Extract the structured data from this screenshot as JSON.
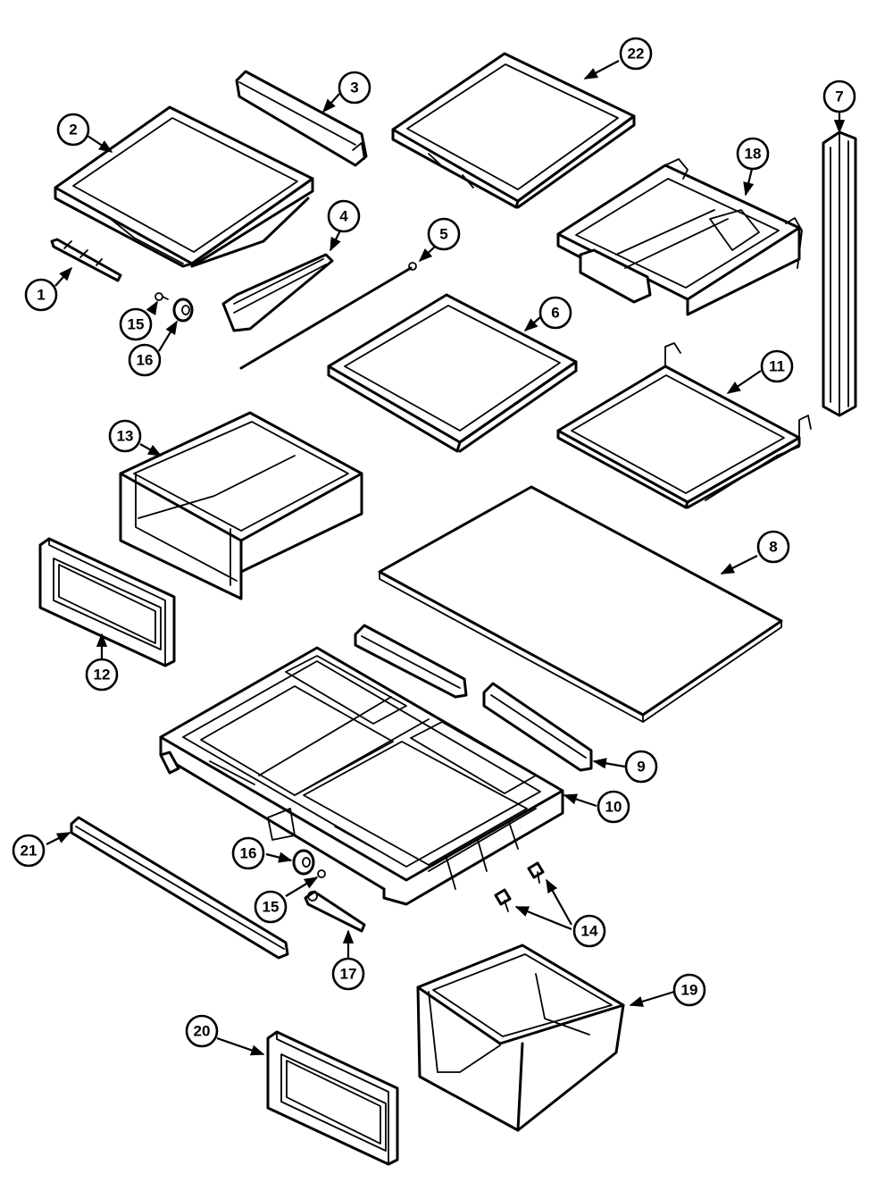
{
  "diagram": {
    "callouts": [
      {
        "id": "c1",
        "label": "1"
      },
      {
        "id": "c2",
        "label": "2"
      },
      {
        "id": "c3",
        "label": "3"
      },
      {
        "id": "c4",
        "label": "4"
      },
      {
        "id": "c5",
        "label": "5"
      },
      {
        "id": "c6",
        "label": "6"
      },
      {
        "id": "c7",
        "label": "7"
      },
      {
        "id": "c8",
        "label": "8"
      },
      {
        "id": "c9",
        "label": "9"
      },
      {
        "id": "c10",
        "label": "10"
      },
      {
        "id": "c11",
        "label": "11"
      },
      {
        "id": "c12",
        "label": "12"
      },
      {
        "id": "c13",
        "label": "13"
      },
      {
        "id": "c14",
        "label": "14"
      },
      {
        "id": "c15a",
        "label": "15"
      },
      {
        "id": "c15b",
        "label": "15"
      },
      {
        "id": "c16a",
        "label": "16"
      },
      {
        "id": "c16b",
        "label": "16"
      },
      {
        "id": "c17",
        "label": "17"
      },
      {
        "id": "c18",
        "label": "18"
      },
      {
        "id": "c19",
        "label": "19"
      },
      {
        "id": "c20",
        "label": "20"
      },
      {
        "id": "c21",
        "label": "21"
      },
      {
        "id": "c22",
        "label": "22"
      }
    ]
  }
}
